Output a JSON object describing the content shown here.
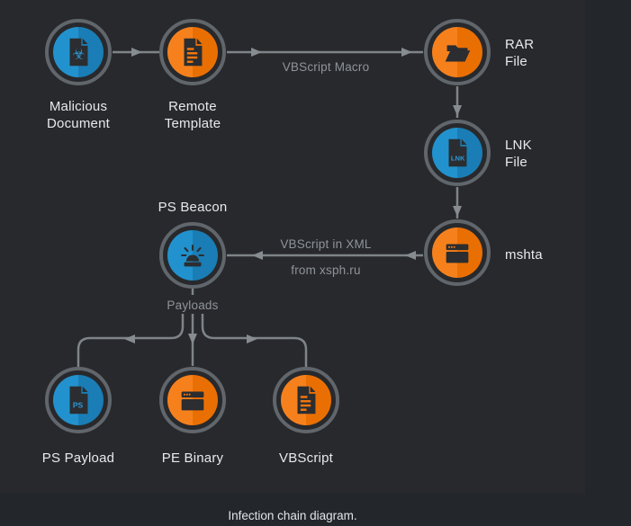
{
  "caption": "Infection chain diagram.",
  "colors": {
    "outer_background": "#23262a",
    "panel_background": "#28292c",
    "node_blue": "#1e86c0",
    "node_orange": "#f1760e",
    "ring_gray": "#60666b",
    "connector_gray": "#7e8488",
    "label_bright": "#e7e9eb",
    "label_dim": "#8e949a",
    "icon_dark": "#2b2d30",
    "icon_accent_blue": "#2b9ada"
  },
  "nodes": [
    {
      "id": "malicious-document",
      "label": "Malicious Document",
      "icon": "biohazard-document-icon",
      "color": "blue",
      "glyph": "☣"
    },
    {
      "id": "remote-template",
      "label": "Remote Template",
      "icon": "document-text-icon",
      "color": "orange"
    },
    {
      "id": "rar-file",
      "label": "RAR File",
      "icon": "open-folder-icon",
      "color": "orange"
    },
    {
      "id": "lnk-file",
      "label": "LNK File",
      "icon": "lnk-document-icon",
      "color": "blue",
      "glyph": "LNK"
    },
    {
      "id": "mshta",
      "label": "mshta",
      "icon": "app-window-icon",
      "color": "orange"
    },
    {
      "id": "ps-beacon",
      "label": "PS Beacon",
      "icon": "beacon-icon",
      "color": "blue"
    },
    {
      "id": "ps-payload",
      "label": "PS Payload",
      "icon": "ps-document-icon",
      "color": "blue",
      "glyph": "PS"
    },
    {
      "id": "pe-binary",
      "label": "PE Binary",
      "icon": "app-window-icon",
      "color": "orange"
    },
    {
      "id": "vbscript",
      "label": "VBScript",
      "icon": "document-text-icon",
      "color": "orange"
    }
  ],
  "edge_labels": {
    "vbscript_macro": "VBScript Macro",
    "vbscript_in_xml": "VBScript in XML",
    "from_xsph": "from xsph.ru",
    "payloads": "Payloads"
  }
}
